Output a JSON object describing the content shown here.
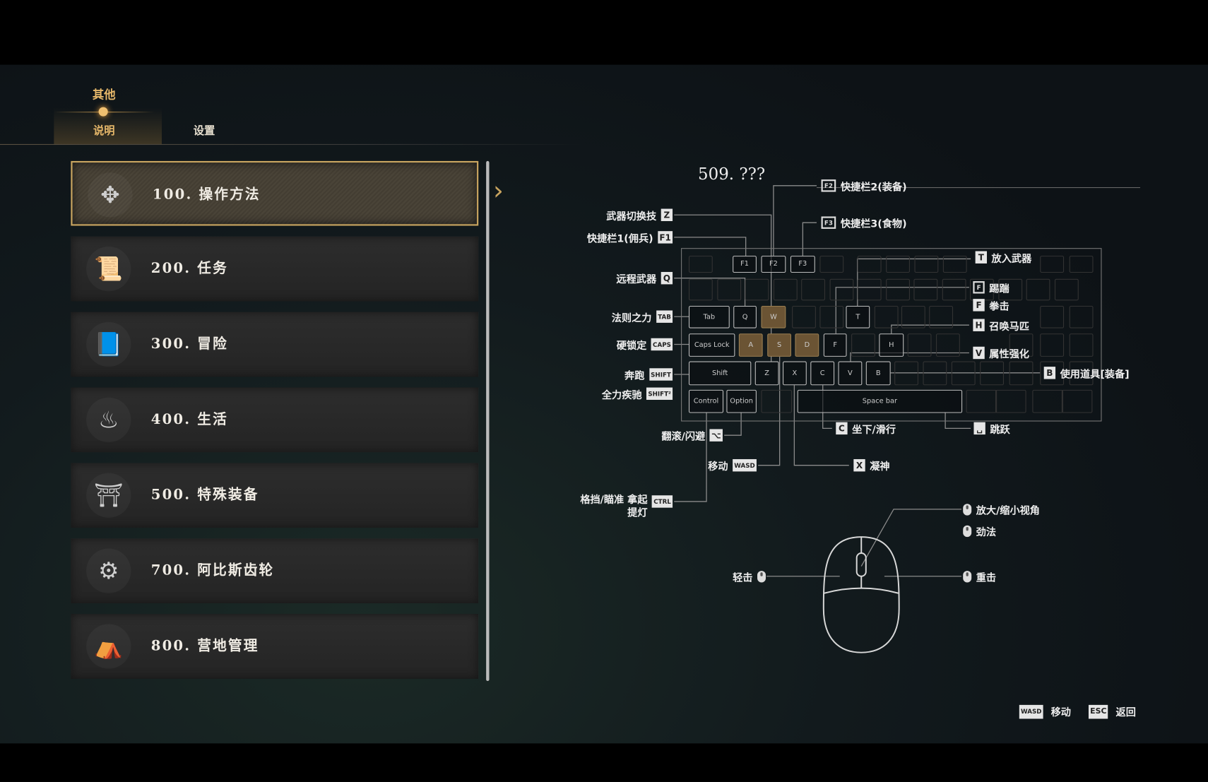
{
  "header": {
    "category": "其他",
    "tabs": [
      {
        "label": "说明",
        "active": true
      },
      {
        "label": "设置",
        "active": false
      }
    ]
  },
  "menu": {
    "items": [
      {
        "label": "100. 操作方法",
        "icon": "arrows-move-icon",
        "glyph": "✥",
        "selected": true
      },
      {
        "label": "200. 任务",
        "icon": "scroll-icon",
        "glyph": "📜"
      },
      {
        "label": "300. 冒险",
        "icon": "book-icon",
        "glyph": "📘"
      },
      {
        "label": "400. 生活",
        "icon": "cooking-pot-icon",
        "glyph": "♨"
      },
      {
        "label": "500. 特殊装备",
        "icon": "lantern-pot-icon",
        "glyph": "⛩"
      },
      {
        "label": "700. 阿比斯齿轮",
        "icon": "gear-icon",
        "glyph": "⚙"
      },
      {
        "label": "800. 营地管理",
        "icon": "tent-icon",
        "glyph": "⛺"
      }
    ]
  },
  "detail": {
    "title": "509. ???"
  },
  "keyboard": {
    "keys": {
      "f1": "F1",
      "f2": "F2",
      "f3": "F3",
      "tab": "Tab",
      "q": "Q",
      "w": "W",
      "t": "T",
      "caps": "Caps Lock",
      "a": "A",
      "s": "S",
      "d": "D",
      "f": "F",
      "h": "H",
      "shift": "Shift",
      "z": "Z",
      "x": "X",
      "c": "C",
      "v": "V",
      "b": "B",
      "control": "Control",
      "option": "Option",
      "space": "Space bar"
    },
    "highlight_color": "#6b5434"
  },
  "callouts_left": [
    {
      "label": "武器切换技",
      "key": "Z"
    },
    {
      "label": "快捷栏1(佣兵)",
      "key": "F1"
    },
    {
      "label": "远程武器",
      "key": "Q"
    },
    {
      "label": "法则之力",
      "key": "TAB"
    },
    {
      "label": "硬锁定",
      "key": "CAPS"
    },
    {
      "label": "奔跑",
      "key": "SHIFT"
    },
    {
      "label": "全力疾驰",
      "key": "SHIFT²"
    },
    {
      "label": "翻滚/闪避",
      "key": "⌥"
    },
    {
      "label": "移动",
      "key": "WASD"
    },
    {
      "label": "格挡/瞄准 拿起提灯",
      "key": "CTRL"
    }
  ],
  "callouts_right": [
    {
      "label": "快捷栏2(装备)",
      "key": "F2"
    },
    {
      "label": "快捷栏3(食物)",
      "key": "F3"
    },
    {
      "label": "放入武器",
      "key": "T"
    },
    {
      "label": "踢踹",
      "key": "F"
    },
    {
      "label": "拳击",
      "key": "F"
    },
    {
      "label": "召唤马匹",
      "key": "H"
    },
    {
      "label": "属性强化",
      "key": "V"
    },
    {
      "label": "使用道具[装备]",
      "key": "B"
    },
    {
      "label": "坐下/滑行",
      "key": "C"
    },
    {
      "label": "跳跃",
      "key": "␣"
    },
    {
      "label": "凝神",
      "key": "X"
    }
  ],
  "mouse": {
    "zoom": "放大/缩小视角",
    "middle": "劲法",
    "left": "轻击",
    "right": "重击"
  },
  "footer": {
    "hints": [
      {
        "key": "WASD",
        "label": "移动"
      },
      {
        "key": "ESC",
        "label": "返回"
      }
    ]
  }
}
